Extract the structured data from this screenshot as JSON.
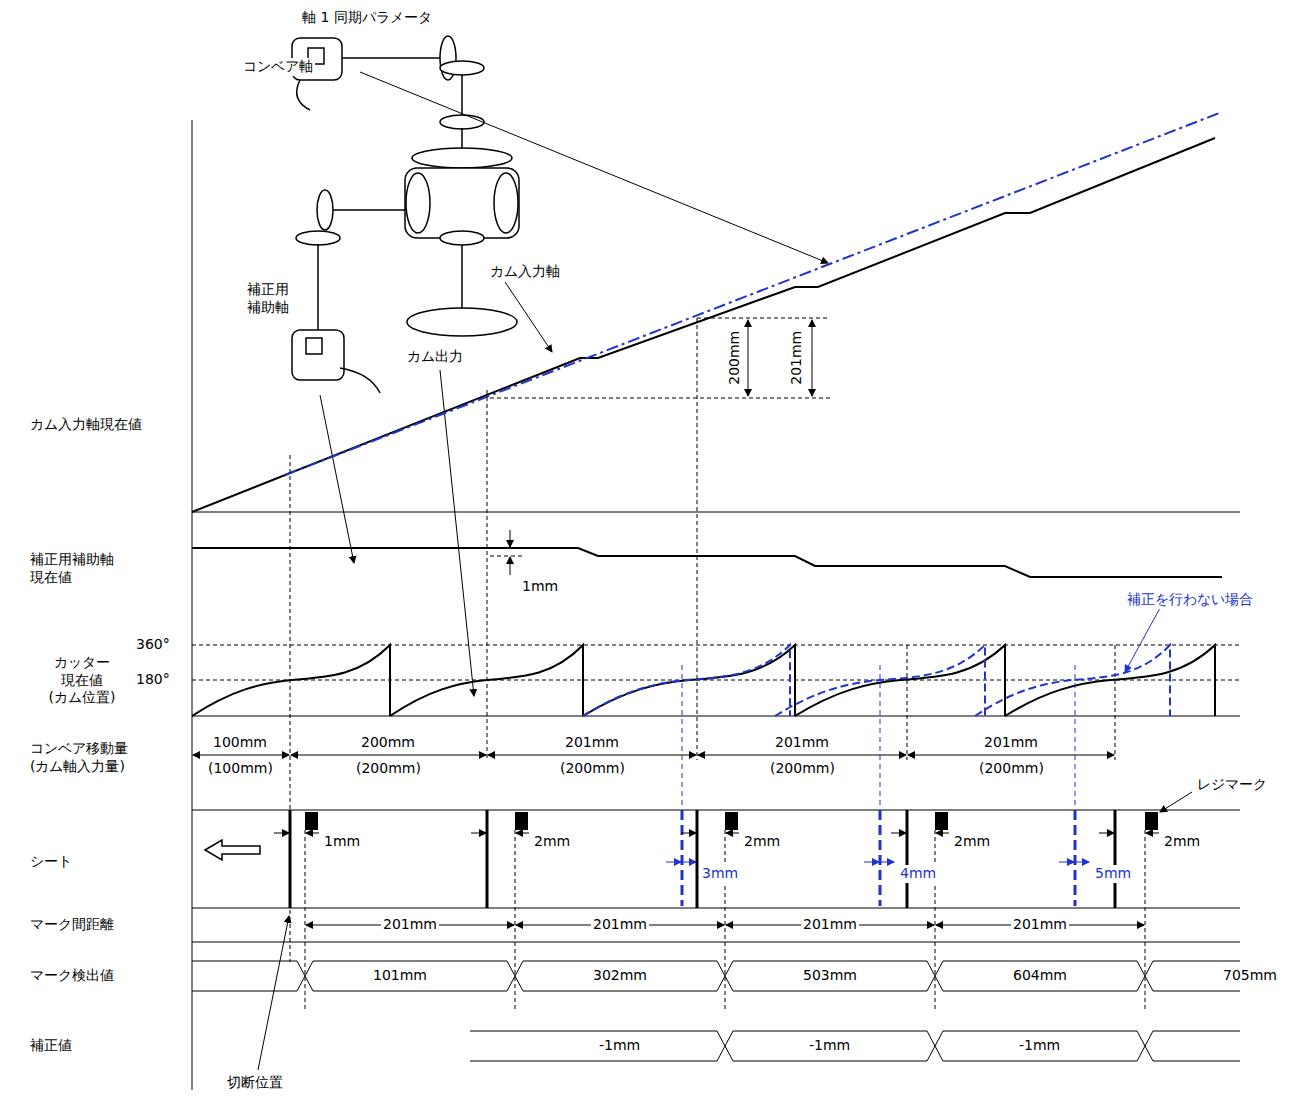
{
  "diagram": {
    "title": "軸 1 同期パラメータ",
    "labels": [
      "コンベア軸",
      "カム入力軸",
      "補正用 補助軸",
      "カム出力",
      "カム入力軸現在値",
      "補正用補助軸 現在値",
      "カッター 現在値 (カム位置)",
      "コンベア移動量 (カム軸入力量)",
      "シート",
      "マーク間距離",
      "マーク検出値",
      "補正値",
      "200mm",
      "201mm",
      "1mm",
      "360°",
      "180°",
      "補正を行わない場合",
      "100mm",
      "(100mm)",
      "200mm",
      "(200mm)",
      "201mm",
      "(200mm)",
      "201mm",
      "(200mm)",
      "201mm",
      "(200mm)",
      "1mm",
      "2mm",
      "2mm",
      "2mm",
      "2mm",
      "3mm",
      "4mm",
      "5mm",
      "レジマーク",
      "201mm",
      "201mm",
      "201mm",
      "201mm",
      "101mm",
      "302mm",
      "503mm",
      "604mm",
      "705mm",
      "-1mm",
      "-1mm",
      "-1mm",
      "切断位置"
    ]
  }
}
